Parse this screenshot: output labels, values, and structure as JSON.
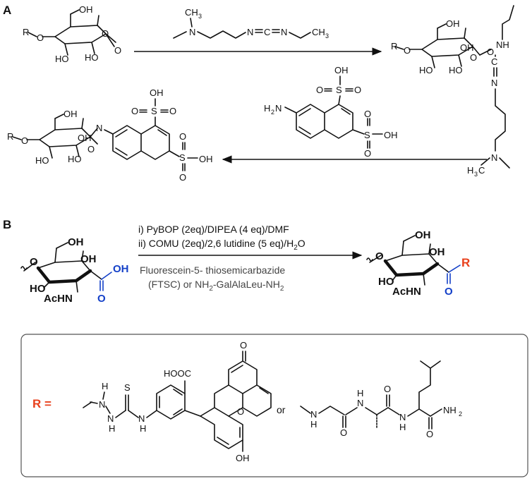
{
  "panels": {
    "a": {
      "label": "A"
    },
    "b": {
      "label": "B"
    }
  },
  "atoms": {
    "R": "R",
    "O": "O",
    "OH": "OH",
    "HO": "HO",
    "N": "N",
    "NH": "NH",
    "C": "C",
    "CH3": "CH",
    "sub3": "3",
    "H3C": "H",
    "H3Csub": "3",
    "H3Cc": "C",
    "H2N": "H",
    "H2Nsub": "2",
    "H2Nn": "N",
    "S": "S",
    "AcHN": "AcHN",
    "H": "H",
    "NH2": "NH",
    "NH2sub": "2",
    "HOOC": "HOOC",
    "or": "or"
  },
  "reagents_b": {
    "line1": "i) PyBOP (2eq)/DIPEA (4 eq)/DMF",
    "line2_main": "ii) COMU (2eq)/2,6 lutidine (5 eq)/H",
    "line2_sub": "2",
    "line2_end": "O",
    "line3": "Fluorescein-5- thiosemicarbazide",
    "line4_start": "(FTSC) or NH",
    "line4_sub": "2",
    "line4_mid": "-GalAlaLeu-NH",
    "line4_sub2": "2"
  },
  "box": {
    "label": "R ="
  },
  "colors": {
    "accent_blue": "#1440c8",
    "accent_red": "#e8401c"
  }
}
